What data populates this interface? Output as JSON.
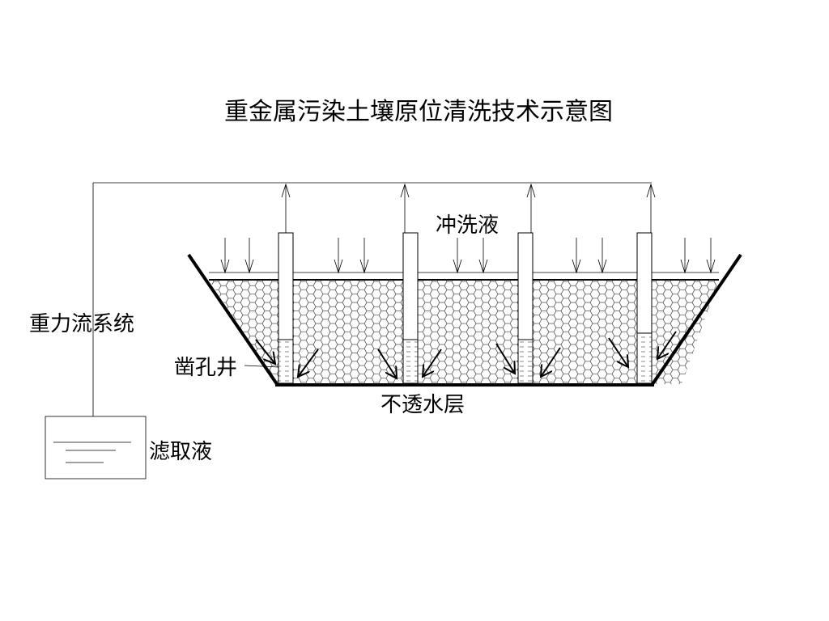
{
  "title": "重金属污染土壤原位清洗技术示意图",
  "labels": {
    "flush_liquid": "冲洗液",
    "gravity_flow": "重力流系统",
    "drill_well": "凿孔井",
    "impermeable_layer": "不透水层",
    "filtrate": "滤取液"
  },
  "colors": {
    "line": "#000000",
    "background": "#ffffff",
    "hex_pattern": "#555555"
  }
}
